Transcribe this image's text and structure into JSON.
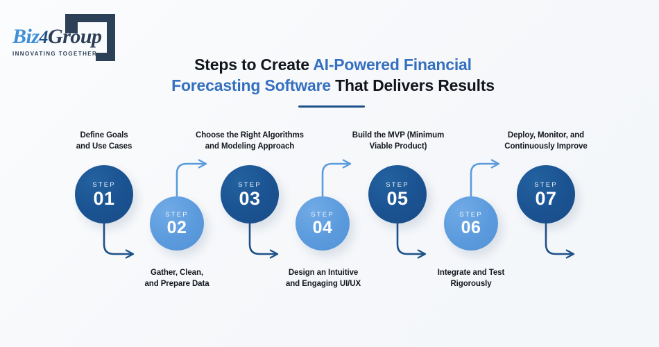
{
  "brand": {
    "name_part1": "Biz",
    "name_part2": "4",
    "name_part3": "Group",
    "tagline": "INNOVATING TOGETHER",
    "mark": "bracket-square-mark"
  },
  "heading": {
    "line1_plain": "Steps to Create ",
    "line1_accent": "AI-Powered Financial",
    "line2_accent": "Forecasting Software",
    "line2_plain": " That Delivers Results"
  },
  "colors": {
    "accent_blue": "#3570c0",
    "circle_dark": "#1b5392",
    "circle_light": "#5b9bdd",
    "arrow_dark": "#1d5089",
    "arrow_light": "#5b9bdd",
    "background": "#f7f9fb",
    "text_dark": "#14181f"
  },
  "steps": [
    {
      "step_word": "STEP",
      "number": "01",
      "caption": "Define Goals\nand Use Cases",
      "caption_line1": "Define Goals",
      "caption_line2": "and Use Cases",
      "tone": "dark",
      "caption_position": "above"
    },
    {
      "step_word": "STEP",
      "number": "02",
      "caption": "Gather, Clean,\nand Prepare Data",
      "caption_line1": "Gather, Clean,",
      "caption_line2": "and Prepare Data",
      "tone": "light",
      "caption_position": "below"
    },
    {
      "step_word": "STEP",
      "number": "03",
      "caption": "Choose the Right Algorithms\nand Modeling Approach",
      "caption_line1": "Choose the Right Algorithms",
      "caption_line2": "and Modeling Approach",
      "tone": "dark",
      "caption_position": "above"
    },
    {
      "step_word": "STEP",
      "number": "04",
      "caption": "Design an Intuitive\nand Engaging UI/UX",
      "caption_line1": "Design an Intuitive",
      "caption_line2": "and Engaging UI/UX",
      "tone": "light",
      "caption_position": "below"
    },
    {
      "step_word": "STEP",
      "number": "05",
      "caption": "Build the MVP (Minimum\nViable Product)",
      "caption_line1": "Build the MVP (Minimum",
      "caption_line2": "Viable Product)",
      "tone": "dark",
      "caption_position": "above"
    },
    {
      "step_word": "STEP",
      "number": "06",
      "caption": "Integrate and Test\nRigorously",
      "caption_line1": "Integrate and Test",
      "caption_line2": "Rigorously",
      "tone": "light",
      "caption_position": "below"
    },
    {
      "step_word": "STEP",
      "number": "07",
      "caption": "Deploy, Monitor, and\nContinuously Improve",
      "caption_line1": "Deploy, Monitor, and",
      "caption_line2": "Continuously Improve",
      "tone": "dark",
      "caption_position": "above"
    }
  ]
}
